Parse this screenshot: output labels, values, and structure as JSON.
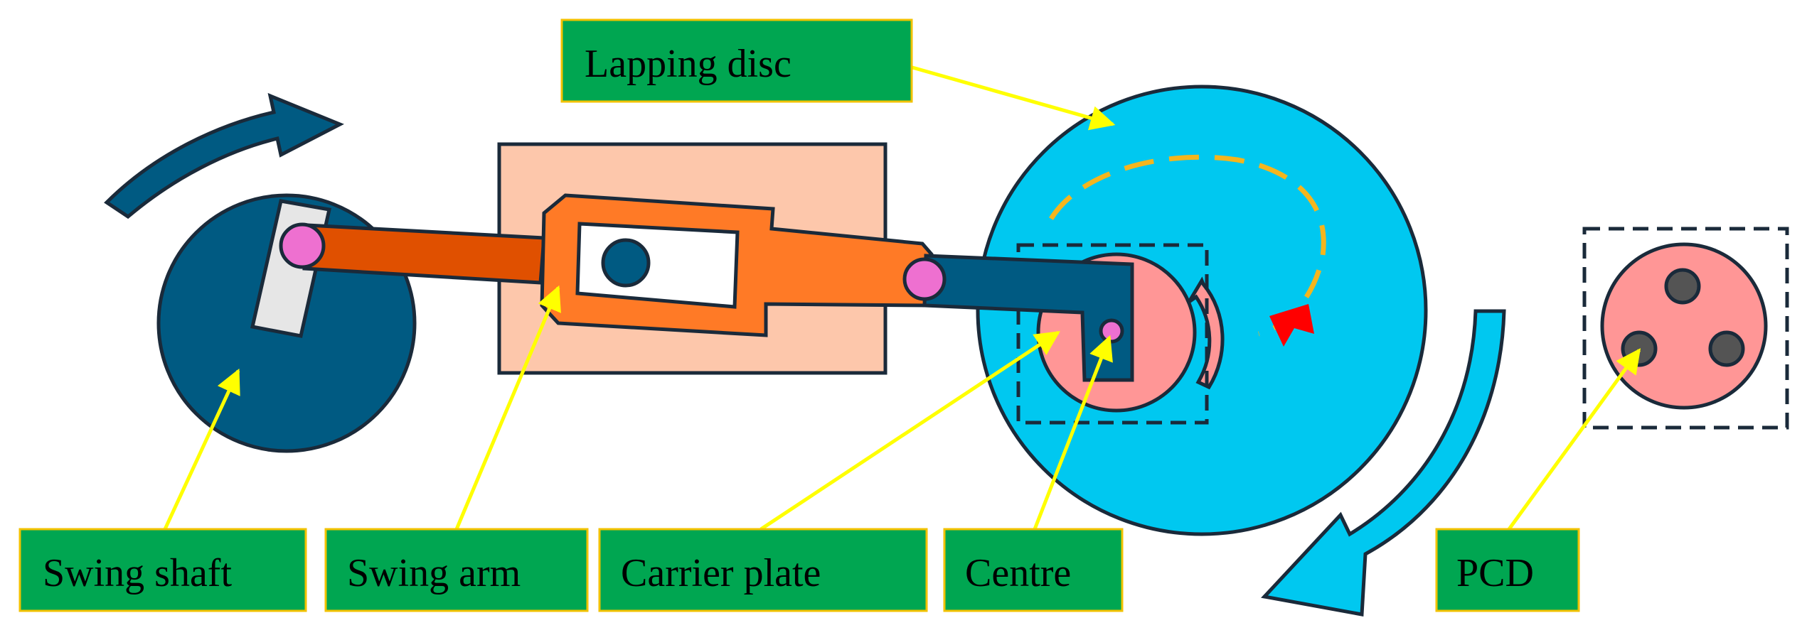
{
  "labels": {
    "lapping_disc": "Lapping disc",
    "swing_shaft": "Swing shaft",
    "swing_arm": "Swing arm",
    "carrier_plate": "Carrier plate",
    "centre": "Centre",
    "pcd": "PCD"
  },
  "colors": {
    "label_fill": "#00a651",
    "label_border": "#f2c200",
    "pointer": "#ffff00",
    "lapping_disc": "#00c8f0",
    "swing_shaft": "#005a82",
    "swing_arm": "#e05000",
    "slider": "#ff7a26",
    "frame": "#fdc7ab",
    "carrier": "#ff9696",
    "pin": "#ee70d0",
    "orbit": "#f5b51d"
  }
}
